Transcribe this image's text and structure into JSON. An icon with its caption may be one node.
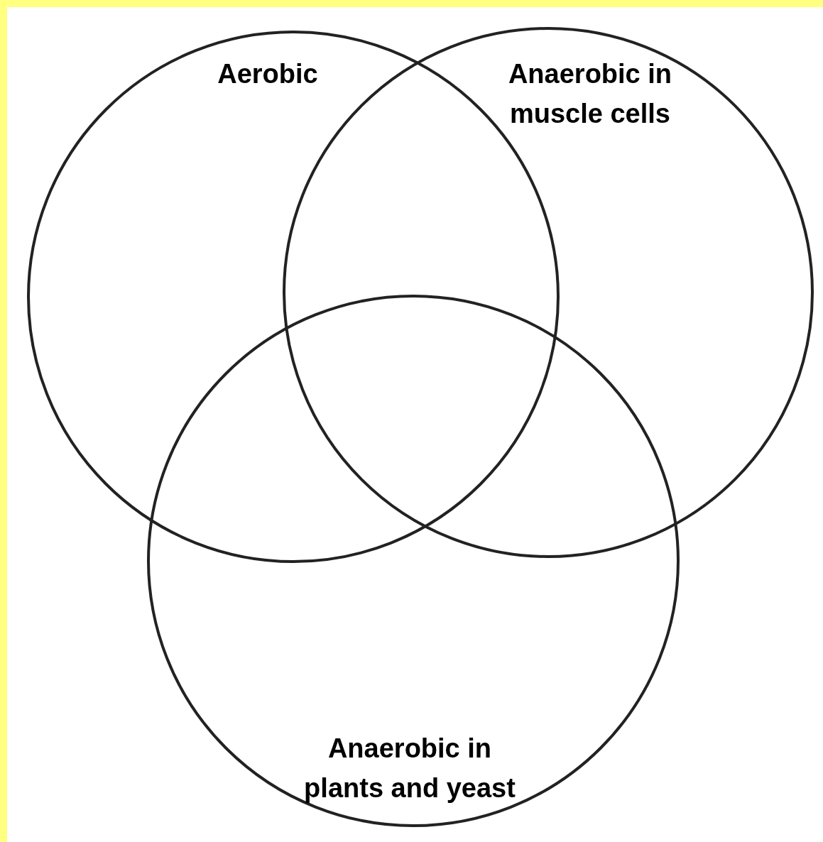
{
  "diagram": {
    "nodes": [
      {
        "text": [
          "Aerobic"
        ]
      },
      {
        "text": [
          "Anaerobic in muscle cells"
        ]
      },
      {
        "text": [
          "Anaerobic in plants and yeast"
        ]
      }
    ]
  }
}
